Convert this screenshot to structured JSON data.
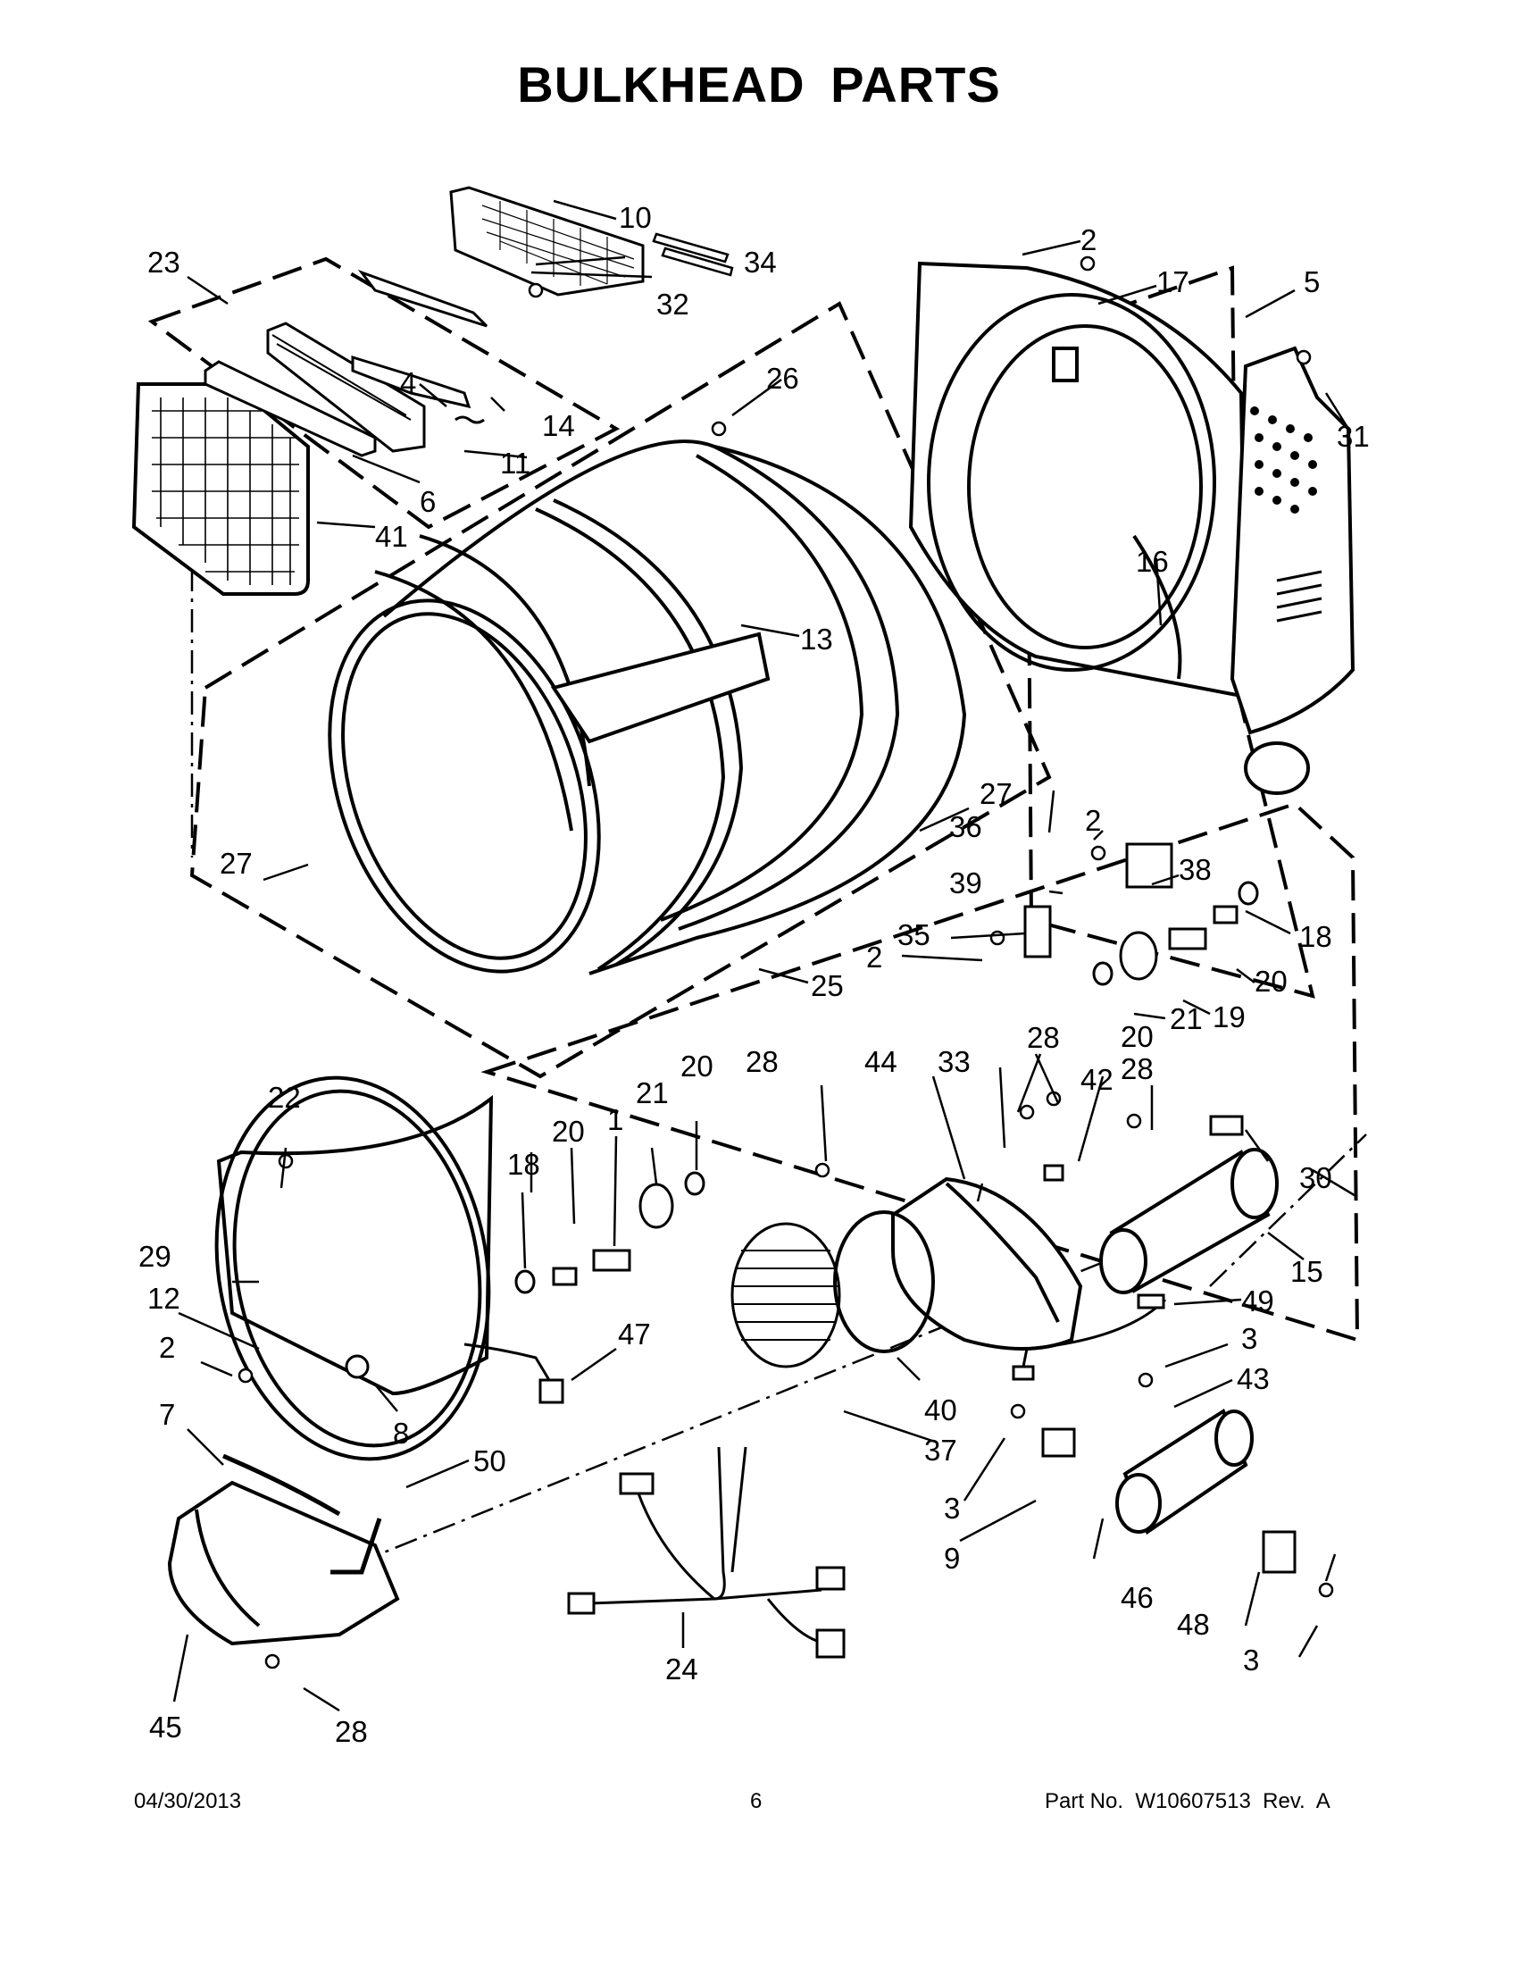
{
  "title": "BULKHEAD PARTS",
  "footer": {
    "date": "04/30/2013",
    "page": "6",
    "part_no": "Part No.  W10607513  Rev.  A"
  },
  "callouts": [
    "10",
    "34",
    "32",
    "23",
    "4",
    "14",
    "11",
    "6",
    "41",
    "26",
    "13",
    "2",
    "17",
    "5",
    "31",
    "16",
    "27",
    "27",
    "36",
    "2",
    "38",
    "39",
    "18",
    "35",
    "20",
    "19",
    "2",
    "25",
    "21",
    "20",
    "28",
    "28",
    "33",
    "44",
    "42",
    "28",
    "20",
    "21",
    "20",
    "1",
    "22",
    "18",
    "30",
    "29",
    "15",
    "49",
    "12",
    "2",
    "3",
    "47",
    "43",
    "40",
    "8",
    "7",
    "37",
    "3",
    "9",
    "50",
    "46",
    "48",
    "24",
    "3",
    "45",
    "28"
  ],
  "colors": {
    "ink": "#000000",
    "background": "#ffffff"
  }
}
